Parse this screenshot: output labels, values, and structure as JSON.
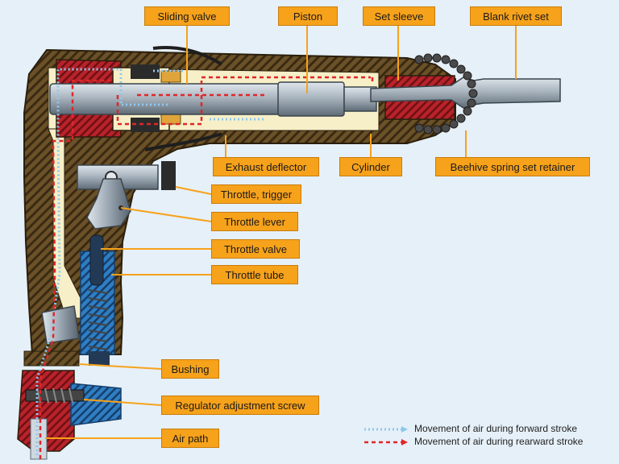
{
  "labels": {
    "sliding_valve": "Sliding valve",
    "piston": "Piston",
    "set_sleeve": "Set sleeve",
    "blank_rivet_set": "Blank rivet set",
    "exhaust_deflector": "Exhaust deflector",
    "cylinder": "Cylinder",
    "beehive_retainer": "Beehive spring set retainer",
    "throttle_trigger": "Throttle, trigger",
    "throttle_lever": "Throttle lever",
    "throttle_valve": "Throttle valve",
    "throttle_tube": "Throttle tube",
    "bushing": "Bushing",
    "regulator_screw": "Regulator adjustment screw",
    "air_path": "Air path"
  },
  "legend": {
    "forward": "Movement of air during forward stroke",
    "rearward": "Movement of air during rearward stroke"
  },
  "colors": {
    "background": "#e6f0f8",
    "label_fill": "#f7a21b",
    "body_brown": "#5a4420",
    "forward_air": "#8fc8ee",
    "rearward_air": "#e0262b"
  }
}
